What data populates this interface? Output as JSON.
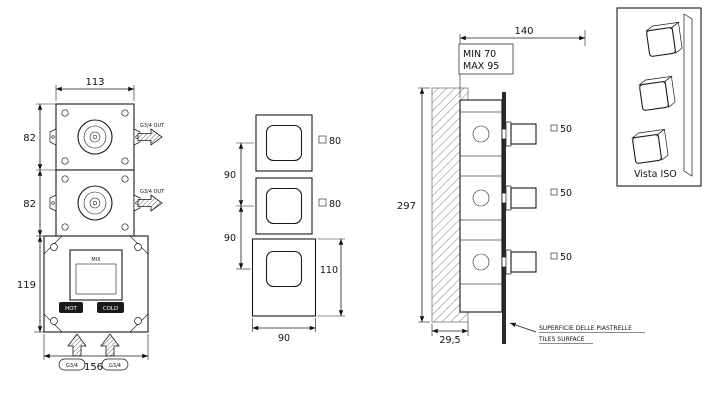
{
  "views": {
    "body_front": {
      "dim_width_top": "113",
      "dim_h_top": "82",
      "dim_h_mid": "82",
      "dim_h_bottom": "119",
      "dim_width_bottom": "156",
      "out_top": "G3/4 OUT",
      "out_mid": "G3/4 OUT",
      "mix": "MIX",
      "hot": "HOT",
      "cold": "COLD",
      "inlet_hot": "G3/4",
      "inlet_cold": "G3/4"
    },
    "trim_front": {
      "dim_pitch_top": "90",
      "dim_pitch_bottom": "90",
      "plate_top": "80",
      "plate_mid": "80",
      "plate_bottom_h": "110",
      "dim_width": "90"
    },
    "section_side": {
      "dim_depth": "140",
      "min_depth": "MIN 70",
      "max_depth": "MAX 95",
      "dim_height": "297",
      "knob_top": "50",
      "knob_mid": "50",
      "knob_bottom": "50",
      "dim_wall": "29,5",
      "tiles_note_it": "SUPERFICIE DELLE PIASTRELLE",
      "tiles_note_en": "TILES SURFACE"
    },
    "iso": {
      "label": "Vista ISO"
    }
  }
}
